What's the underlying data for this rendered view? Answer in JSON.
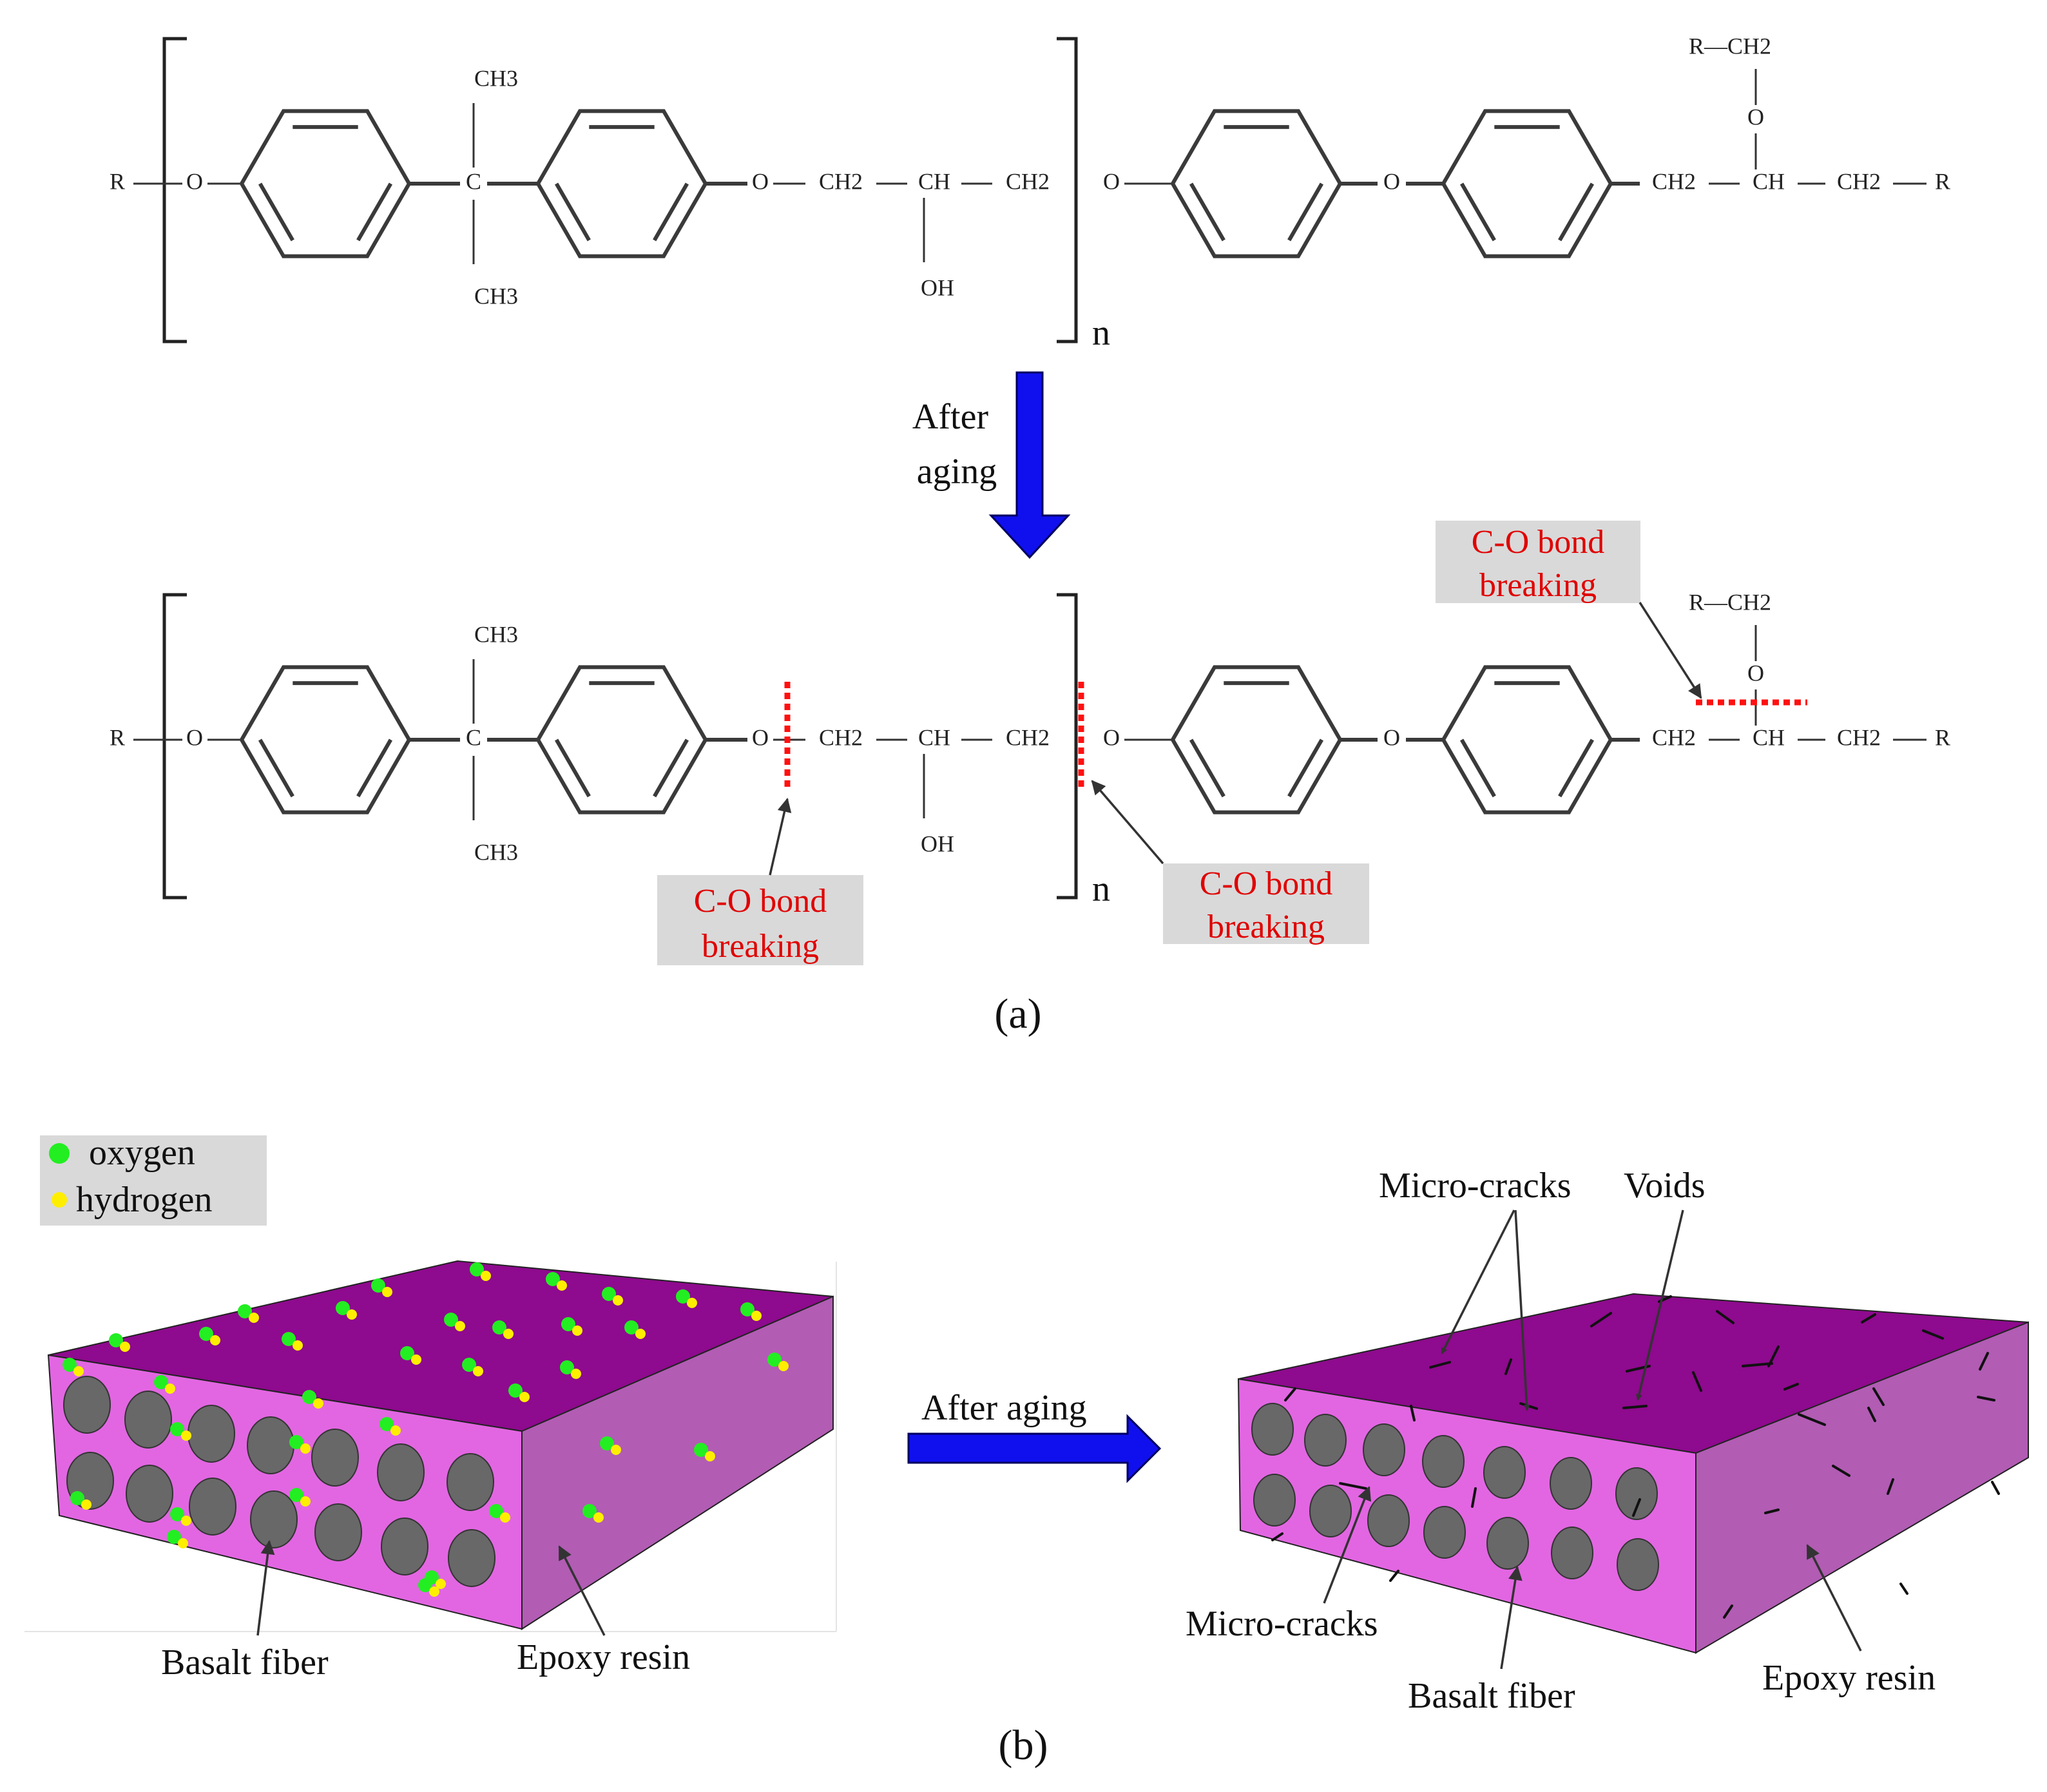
{
  "chem": {
    "R": "R",
    "O": "O",
    "C": "C",
    "CH3": "CH3",
    "CH2": "CH2",
    "CH": "CH",
    "OH": "OH",
    "n": "n",
    "R_CH2": "R—CH2"
  },
  "aging_label_line1": "After",
  "aging_label_line2": "aging",
  "bond_breaking_line1": "C-O bond",
  "bond_breaking_line2": "breaking",
  "panel_a_caption": "(a)",
  "panel_b_caption": "(b)",
  "legend": {
    "oxygen": "oxygen",
    "hydrogen": "hydrogen",
    "oxygen_color": "#22ee22",
    "hydrogen_color": "#ffee00"
  },
  "after_aging_arrow_label": "After aging",
  "labels": {
    "basalt_fiber": "Basalt fiber",
    "epoxy_resin": "Epoxy resin",
    "micro_cracks": "Micro-cracks",
    "voids": "Voids"
  },
  "colors": {
    "top_face": "#8e0a8e",
    "front_face": "#e266e2",
    "side_face": "#b25cb4",
    "fiber": "#686868",
    "arrow_blue": "#1010ee",
    "bond_red": "#ff1010",
    "label_box": "#d9d9d9"
  }
}
